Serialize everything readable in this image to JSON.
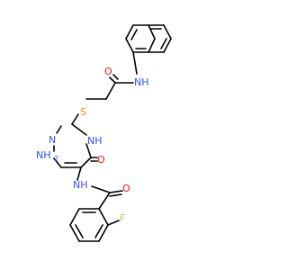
{
  "molecule": {
    "atom_labels": {
      "nh_amide_top": "NH",
      "o_amide_top": "O",
      "s_thioether": "S",
      "n_ring_left": "N",
      "nh_ring": "NH",
      "nh2": "NH",
      "nh2_sub": "2",
      "o_ring": "O",
      "nh_amide_bottom": "NH",
      "o_amide_bottom": "O",
      "f": "F"
    },
    "colors": {
      "bond": "#000000",
      "nitrogen": "#3050f8",
      "oxygen": "#ff0d0d",
      "sulfur": "#c6a300",
      "fluorine": "#90e050"
    }
  }
}
